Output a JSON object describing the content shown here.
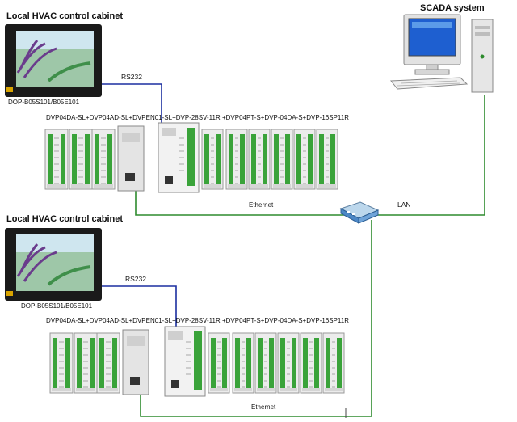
{
  "scada": {
    "title": "SCADA system"
  },
  "lan_label": "LAN",
  "cabinets": [
    {
      "title": "Local  HVAC control cabinet",
      "hmi_model": "DOP-B05S101/B05E101",
      "serial_link": "RS232",
      "plc_config": "DVP04DA-SL+DVP04AD-SL+DVPEN01-SL+DVP-28SV-11R  +DVP04PT-S+DVP-04DA-S+DVP-16SP11R",
      "network_link": "Ethernet"
    },
    {
      "title": "Local  HVAC control cabinet",
      "hmi_model": "DOP-B05S101/B05E101",
      "serial_link": "RS232",
      "plc_config": "DVP04DA-SL+DVP04AD-SL+DVPEN01-SL+DVP-28SV-11R  +DVP04PT-S+DVP-04DA-S+DVP-16SP11R",
      "network_link": "Ethernet"
    }
  ],
  "colors": {
    "serial_wire": "#1b2fa0",
    "ethernet_wire": "#2e8b2e",
    "module_green": "#3aa33a"
  }
}
